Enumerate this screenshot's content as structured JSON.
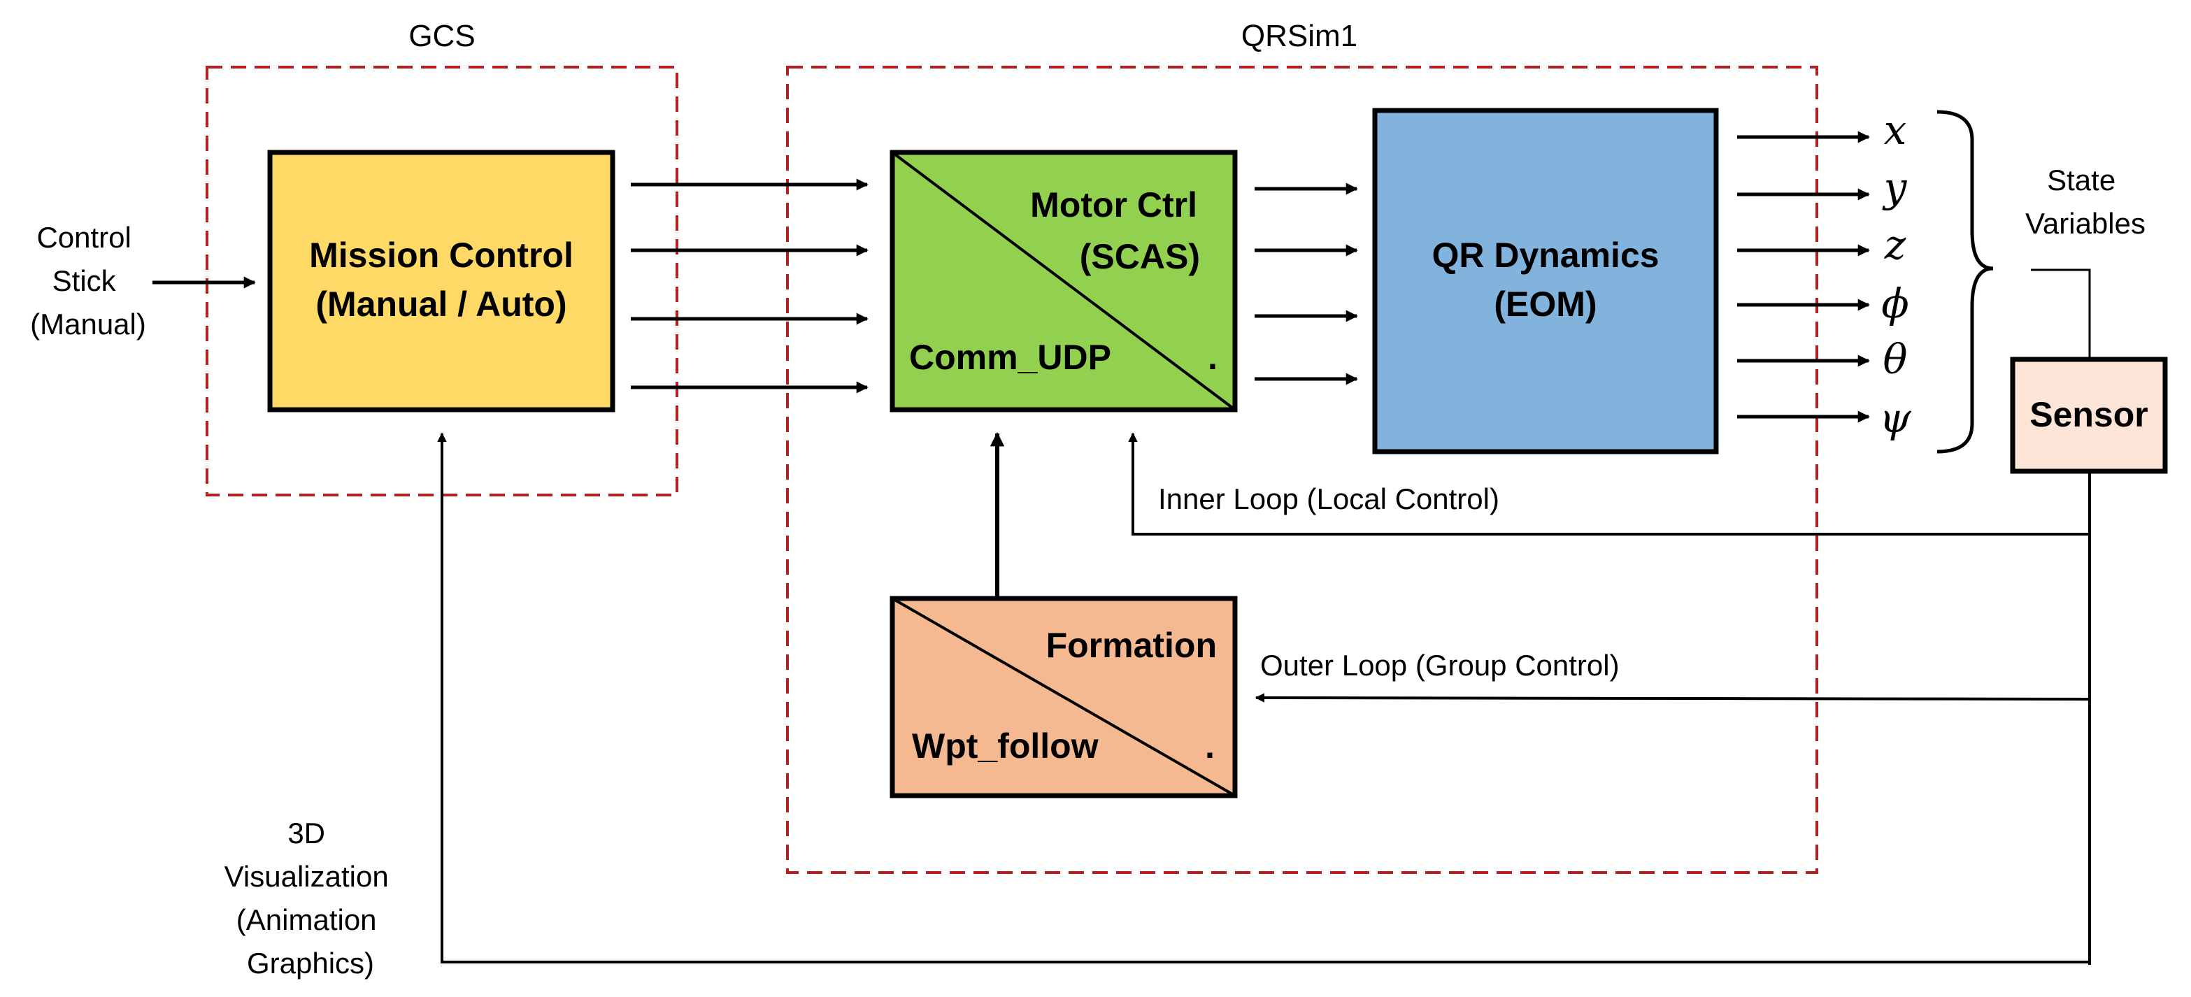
{
  "groups": {
    "gcs": {
      "label": "GCS"
    },
    "qrsim": {
      "label": "QRSim1"
    }
  },
  "inputs": {
    "control_stick": {
      "lines": [
        "Control",
        "Stick",
        "(Manual)"
      ]
    }
  },
  "blocks": {
    "mission_control": {
      "line1": "Mission Control",
      "line2": "(Manual / Auto)",
      "color": "#FFD966"
    },
    "motor_ctrl": {
      "top1": "Motor Ctrl",
      "top2": "(SCAS)",
      "bottom": "Comm_UDP",
      "dot": ".",
      "color": "#92D050"
    },
    "qr_dynamics": {
      "line1": "QR Dynamics",
      "line2": "(EOM)",
      "color": "#82B3DD"
    },
    "formation": {
      "top": "Formation",
      "bottom": "Wpt_follow",
      "dot": ".",
      "color": "#F4B990"
    },
    "sensor": {
      "label": "Sensor",
      "color": "#FCE4D6"
    }
  },
  "state_variables": {
    "symbols": [
      "x",
      "y",
      "z",
      "ϕ",
      "θ",
      "ψ"
    ],
    "label_lines": [
      "State",
      "Variables"
    ]
  },
  "loops": {
    "inner": {
      "label": "Inner Loop (Local Control)"
    },
    "outer": {
      "label": "Outer Loop (Group Control)"
    },
    "visualization": {
      "lines": [
        "3D",
        "Visualization",
        "(Animation",
        "Graphics)"
      ]
    }
  },
  "colors": {
    "dashed_border": "#B22222",
    "line": "#000000"
  }
}
